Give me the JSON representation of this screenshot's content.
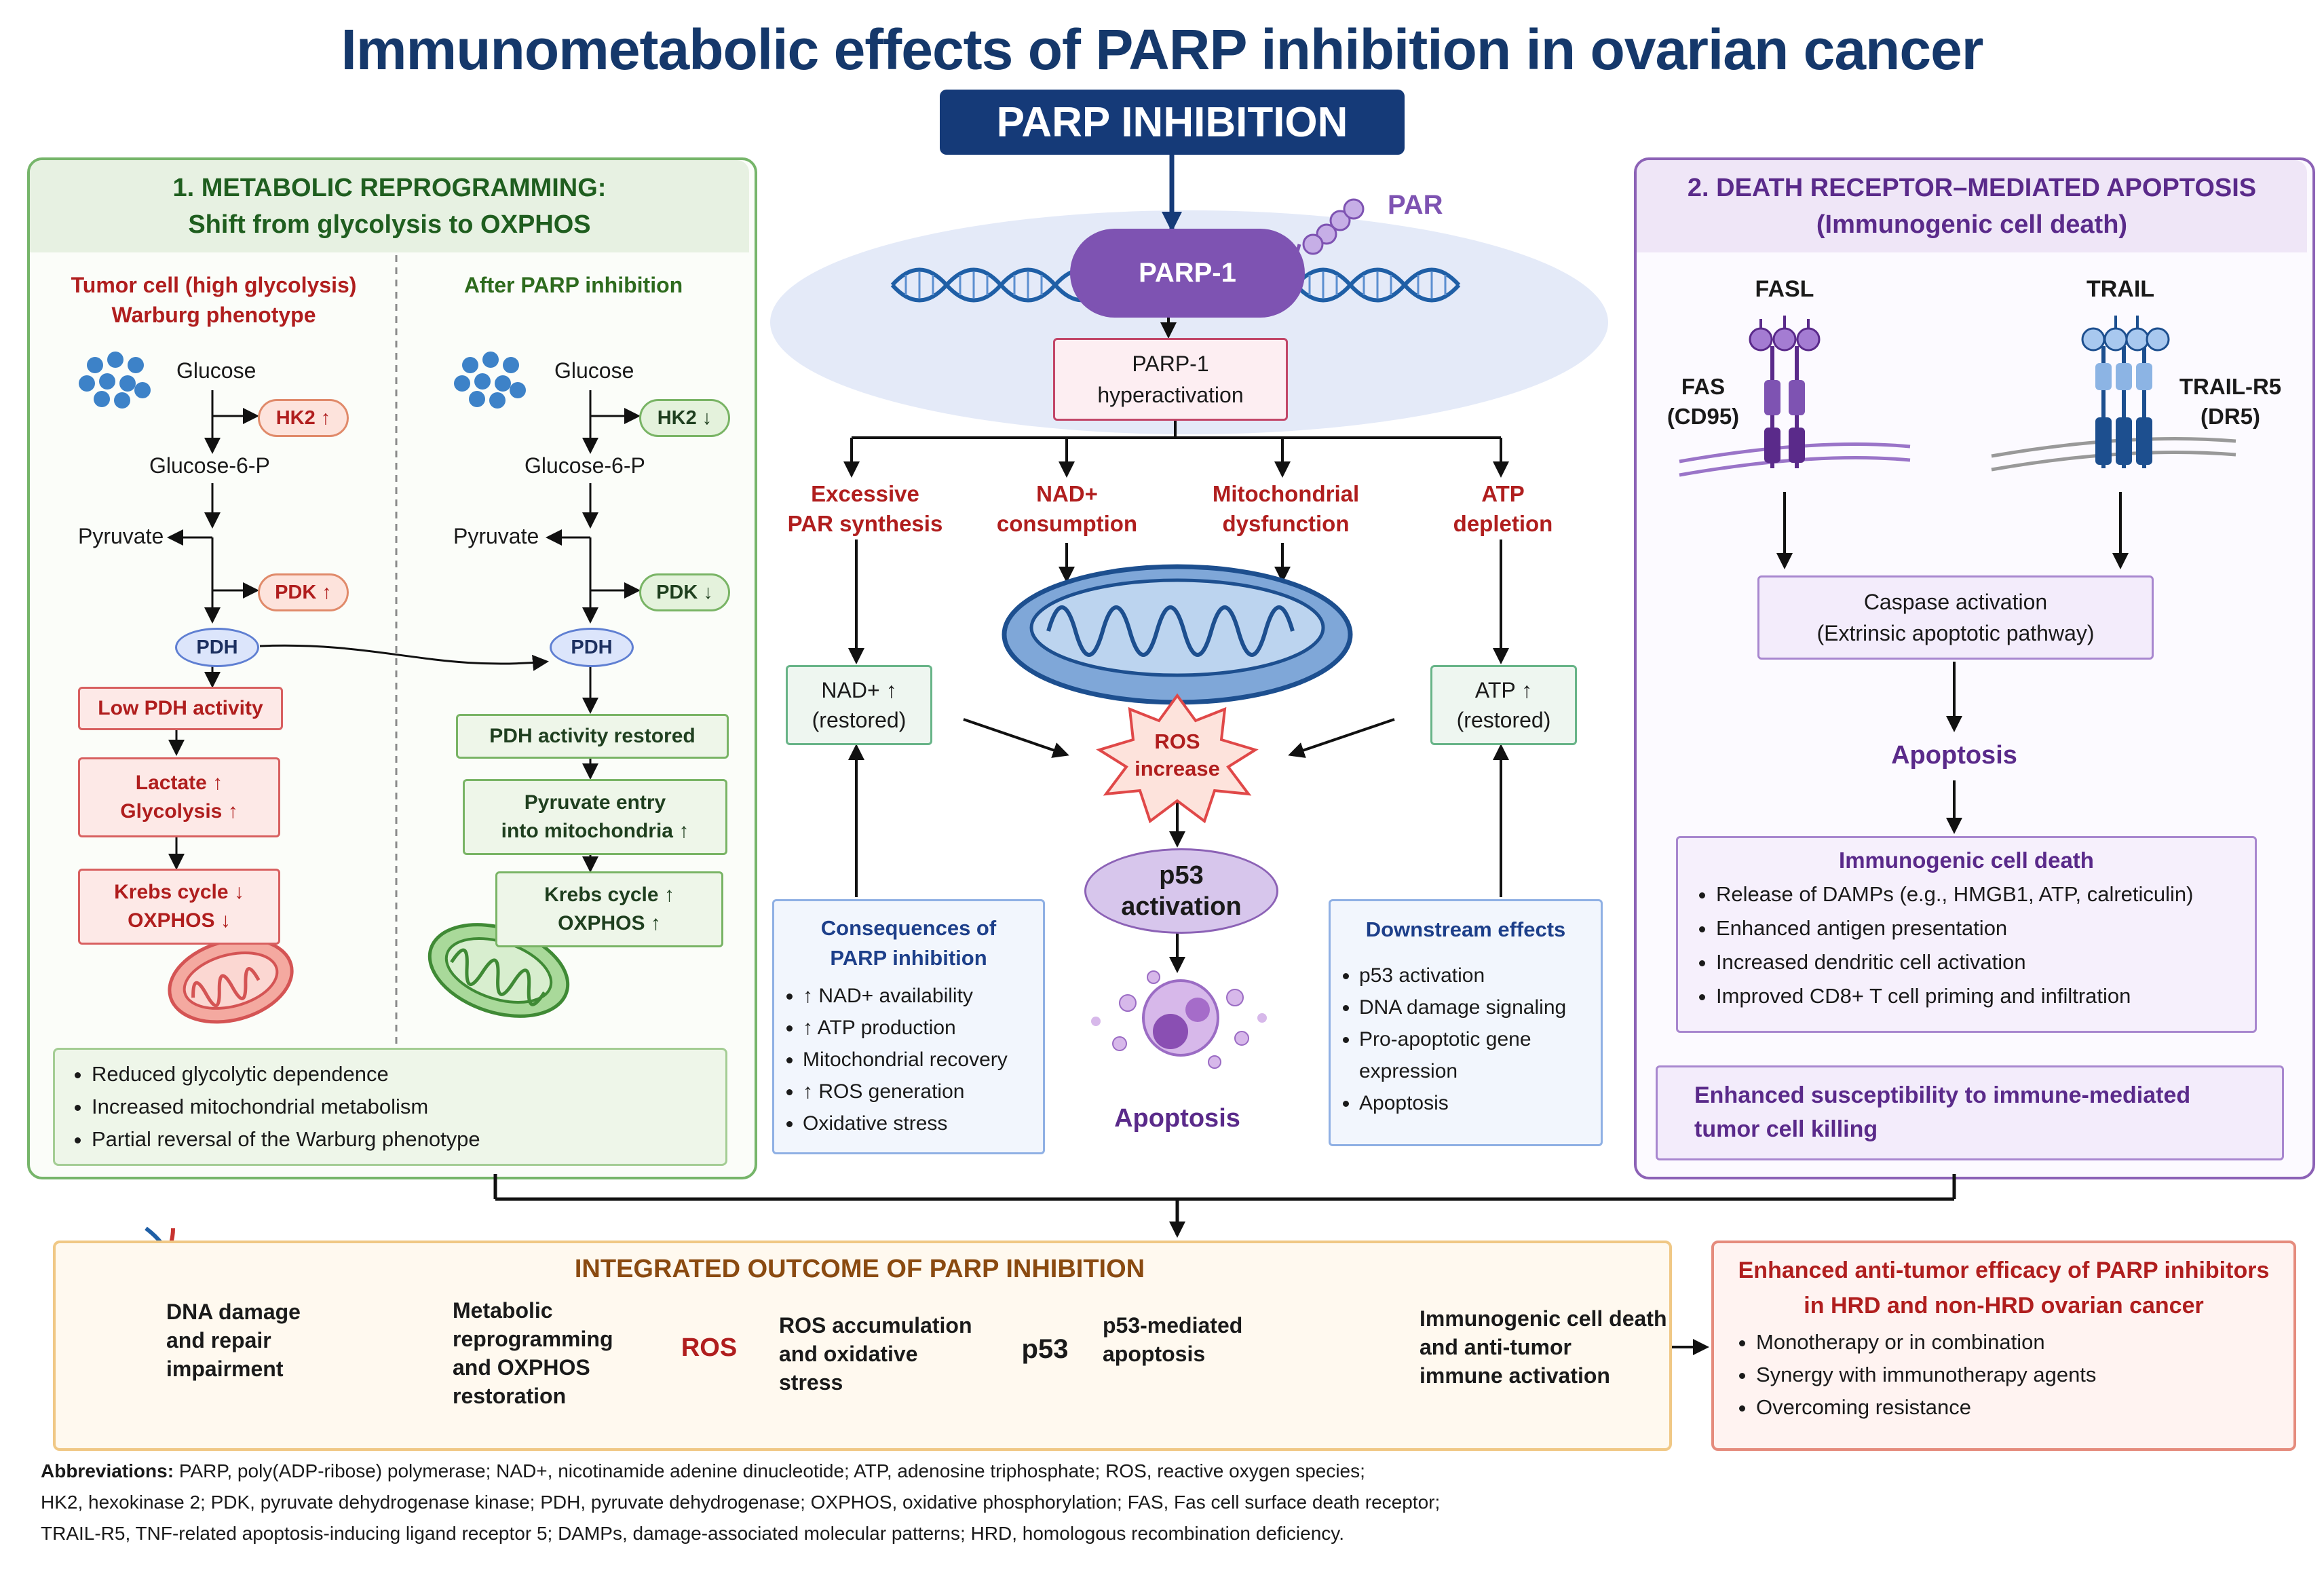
{
  "title": "Immunometabolic effects of PARP inhibition in ovarian cancer",
  "banner": "PARP INHIBITION",
  "par_label": "PAR",
  "parp1": "PARP-1",
  "hyperactivation": [
    "PARP-1",
    "hyperactivation"
  ],
  "panel1": {
    "heading": [
      "1. METABOLIC REPROGRAMMING:",
      "Shift from glycolysis to OXPHOS"
    ],
    "left": {
      "title": [
        "Tumor cell (high glycolysis)",
        "Warburg phenotype"
      ],
      "glucose": "Glucose",
      "hk2": "HK2 ↑",
      "g6p": "Glucose-6-P",
      "pyruvate": "Pyruvate",
      "pdk": "PDK ↑",
      "pdh": "PDH",
      "low_pdh": "Low PDH activity",
      "lactate": [
        "Lactate ↑",
        "Glycolysis ↑"
      ],
      "krebs": [
        "Krebs cycle ↓",
        "OXPHOS ↓"
      ]
    },
    "right": {
      "title": "After PARP inhibition",
      "glucose": "Glucose",
      "hk2": "HK2 ↓",
      "g6p": "Glucose-6-P",
      "pyruvate": "Pyruvate",
      "pdk": "PDK ↓",
      "pdh": "PDH",
      "pdh_restored": "PDH activity restored",
      "pyruvate_entry": [
        "Pyruvate entry",
        "into mitochondria ↑"
      ],
      "krebs": [
        "Krebs cycle ↑",
        "OXPHOS ↑"
      ]
    },
    "summary": [
      "Reduced glycolytic dependence",
      "Increased mitochondrial metabolism",
      "Partial reversal of the Warburg phenotype"
    ]
  },
  "center": {
    "branches": [
      [
        "Excessive",
        "PAR synthesis"
      ],
      [
        "NAD+",
        "consumption"
      ],
      [
        "Mitochondrial",
        "dysfunction"
      ],
      [
        "ATP",
        "depletion"
      ]
    ],
    "nad_restored": [
      "NAD+ ↑",
      "(restored)"
    ],
    "atp_restored": [
      "ATP ↑",
      "(restored)"
    ],
    "ros": [
      "ROS",
      "increase"
    ],
    "p53": [
      "p53",
      "activation"
    ],
    "apoptosis": "Apoptosis",
    "consequences": {
      "heading": [
        "Consequences of",
        "PARP inhibition"
      ],
      "items": [
        "↑ NAD+ availability",
        "↑ ATP production",
        "Mitochondrial recovery",
        "↑ ROS generation",
        "Oxidative stress"
      ]
    },
    "downstream": {
      "heading": "Downstream effects",
      "items": [
        "p53 activation",
        "DNA damage signaling",
        "Pro-apoptotic gene expression",
        "Apoptosis"
      ]
    }
  },
  "panel2": {
    "heading": [
      "2. DEATH RECEPTOR–MEDIATED APOPTOSIS",
      "(Immunogenic cell death)"
    ],
    "fasl": "FASL",
    "trail": "TRAIL",
    "fas": [
      "FAS",
      "(CD95)"
    ],
    "trail_r5": [
      "TRAIL-R5",
      "(DR5)"
    ],
    "caspase": [
      "Caspase activation",
      "(Extrinsic apoptotic pathway)"
    ],
    "apoptosis": "Apoptosis",
    "icd": {
      "heading": "Immunogenic cell death",
      "items": [
        "Release of DAMPs (e.g., HMGB1, ATP, calreticulin)",
        "Enhanced antigen presentation",
        "Increased dendritic cell activation",
        "Improved CD8+ T cell priming and infiltration"
      ]
    },
    "enhanced": [
      "Enhanced susceptibility to immune-mediated",
      "tumor cell killing"
    ]
  },
  "outcome": {
    "heading": "INTEGRATED OUTCOME OF PARP INHIBITION",
    "steps": [
      [
        "DNA damage",
        "and repair",
        "impairment"
      ],
      [
        "Metabolic",
        "reprogramming",
        "and OXPHOS",
        "restoration"
      ],
      [
        "ROS accumulation",
        "and oxidative",
        "stress"
      ],
      [
        "p53-mediated",
        "apoptosis"
      ],
      [
        "Immunogenic cell death",
        "and anti-tumor",
        "immune activation"
      ]
    ],
    "ros_badge": "ROS",
    "p53_badge": "p53"
  },
  "antitumor": {
    "heading": [
      "Enhanced anti-tumor efficacy of PARP inhibitors",
      "in HRD and non-HRD ovarian cancer"
    ],
    "items": [
      "Monotherapy or in combination",
      "Synergy with immunotherapy agents",
      "Overcoming resistance"
    ]
  },
  "abbreviations": {
    "label": "Abbreviations:",
    "lines": [
      "PARP, poly(ADP-ribose) polymerase; NAD+, nicotinamide adenine dinucleotide; ATP, adenosine triphosphate; ROS, reactive oxygen species;",
      "HK2, hexokinase 2; PDK, pyruvate dehydrogenase kinase; PDH, pyruvate dehydrogenase; OXPHOS, oxidative phosphorylation; FAS, Fas cell surface death receptor;",
      "TRAIL-R5, TNF-related apoptosis-inducing ligand receptor 5; DAMPs, damage-associated molecular patterns; HRD, homologous recombination deficiency."
    ]
  },
  "colors": {
    "navy": "#153a78",
    "green": "#76b56a",
    "purple": "#8c62b6",
    "red": "#b01e1e",
    "orange": "#f0c885"
  }
}
